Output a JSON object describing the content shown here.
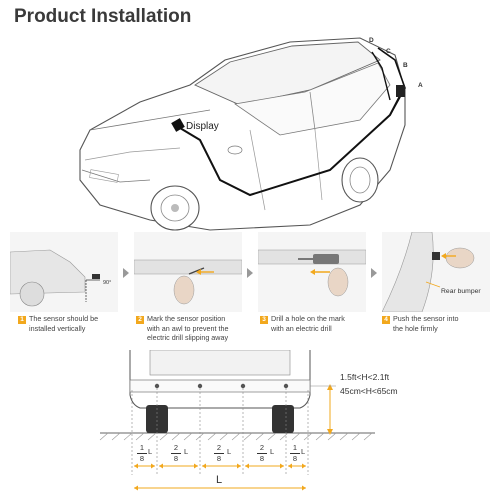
{
  "title": "Product Installation",
  "car": {
    "display_label": "Display",
    "sensor_labels": [
      "A",
      "B",
      "C",
      "D"
    ]
  },
  "steps": [
    {
      "num": "1",
      "lines": [
        "The sensor should be",
        "installed vertically"
      ]
    },
    {
      "num": "2",
      "lines": [
        "Mark the sensor position",
        "with an awl to prevent the",
        "electric drill slipping away"
      ]
    },
    {
      "num": "3",
      "lines": [
        "Drill a hole on the mark",
        "with an electric drill"
      ]
    },
    {
      "num": "4",
      "lines": [
        "Push the sensor into",
        "the hole firmly"
      ]
    }
  ],
  "step4_callout": "Rear bumper",
  "step1_angle": "90°",
  "height": {
    "ft": "1.5ft<H<2.1ft",
    "cm": "45cm<H<65cm"
  },
  "spacing": {
    "numerator": [
      "1",
      "2",
      "2",
      "2",
      "1"
    ],
    "denominator": [
      "8",
      "8",
      "8",
      "8",
      "8"
    ],
    "unit": "L",
    "total": "L"
  },
  "colors": {
    "accent": "#f2a81d",
    "line": "#333333",
    "car_fill": "#ffffff",
    "ground": "#999999"
  }
}
